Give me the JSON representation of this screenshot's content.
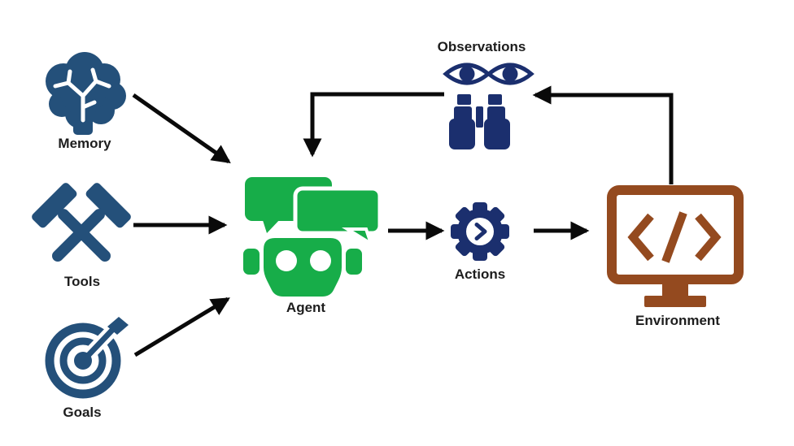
{
  "colors": {
    "steel_blue": "#24507A",
    "navy": "#1B2F6E",
    "green": "#17AD49",
    "brown": "#944A1F",
    "arrow": "#0A0A0A",
    "label": "#1D1D1D",
    "background": "#FFFFFF"
  },
  "nodes": {
    "memory": {
      "label": "Memory",
      "icon": "brain-icon"
    },
    "tools": {
      "label": "Tools",
      "icon": "crossed-hammers-icon"
    },
    "goals": {
      "label": "Goals",
      "icon": "target-arrow-icon"
    },
    "agent": {
      "label": "Agent",
      "icon": "robot-chat-icon"
    },
    "actions": {
      "label": "Actions",
      "icon": "gear-icon"
    },
    "environment": {
      "label": "Environment",
      "icon": "code-monitor-icon"
    },
    "observations": {
      "label": "Observations",
      "icon": "eyes-binoculars-icon"
    }
  },
  "edges": [
    {
      "from": "memory",
      "to": "agent"
    },
    {
      "from": "tools",
      "to": "agent"
    },
    {
      "from": "goals",
      "to": "agent"
    },
    {
      "from": "agent",
      "to": "actions"
    },
    {
      "from": "actions",
      "to": "environment"
    },
    {
      "from": "environment",
      "to": "observations"
    },
    {
      "from": "observations",
      "to": "agent"
    }
  ]
}
